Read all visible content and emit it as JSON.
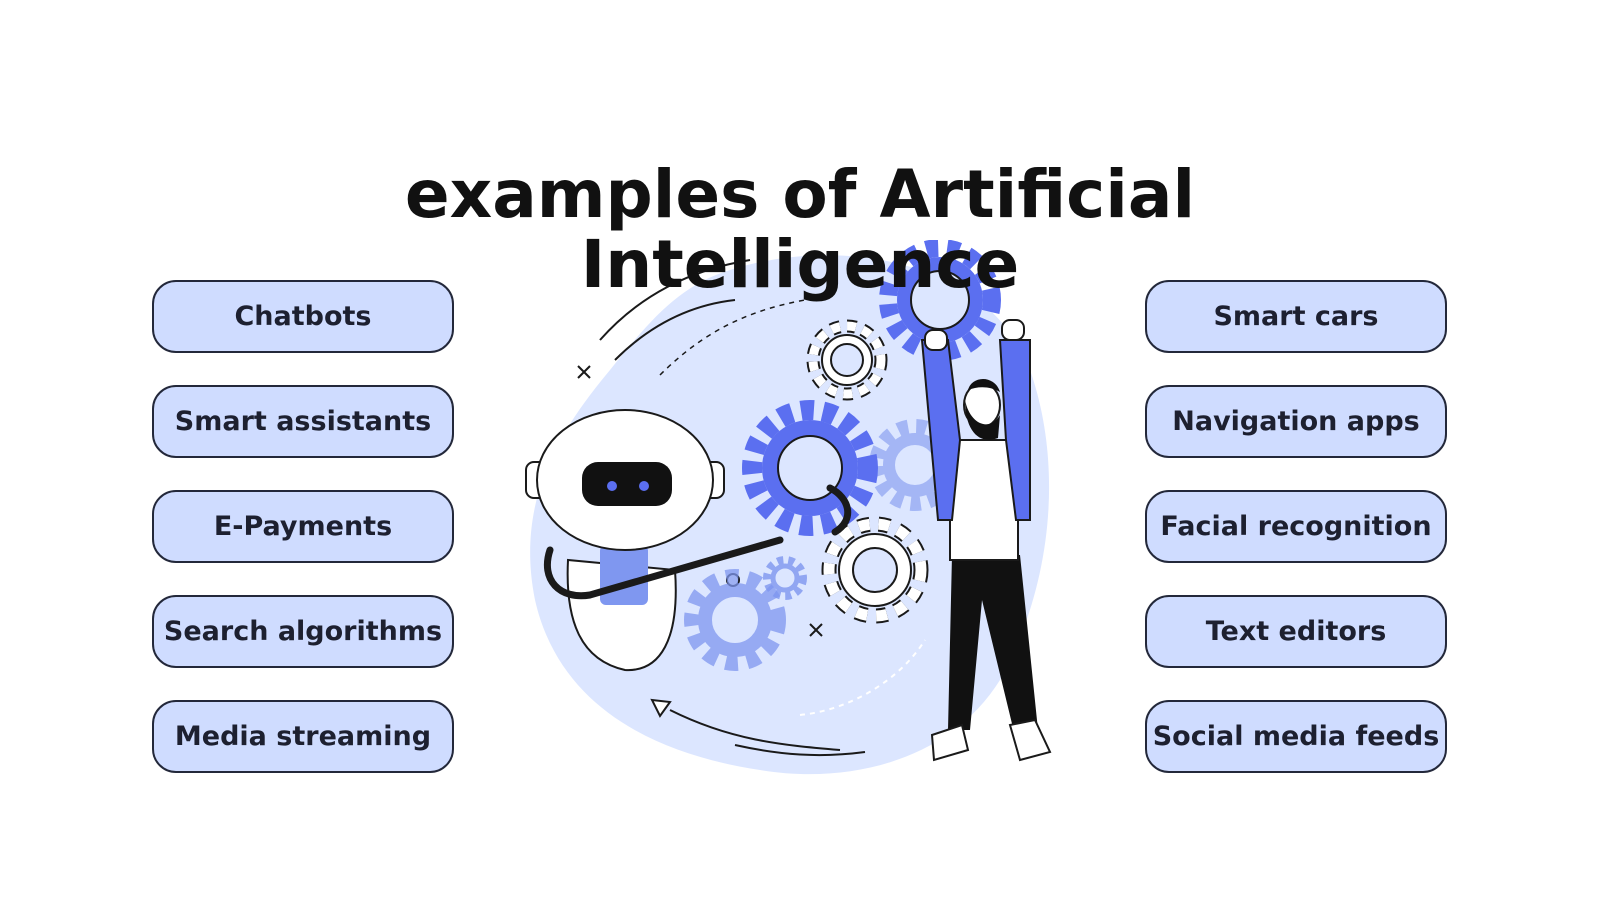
{
  "title": {
    "line1": "examples of Artificial",
    "line2": "Intelligence"
  },
  "left_items": [
    "Chatbots",
    "Smart assistants",
    "E-Payments",
    "Search algorithms",
    "Media streaming"
  ],
  "right_items": [
    "Smart cars",
    "Navigation apps",
    "Facial recognition",
    "Text editors",
    "Social media feeds"
  ],
  "colors": {
    "pill_fill": "#cfdcff",
    "pill_border": "#23283a",
    "accent_blue": "#5b6ff0",
    "blob": "#dce6ff",
    "text": "#111111"
  },
  "icons": [
    "robot-icon",
    "gear-icon",
    "person-icon"
  ]
}
